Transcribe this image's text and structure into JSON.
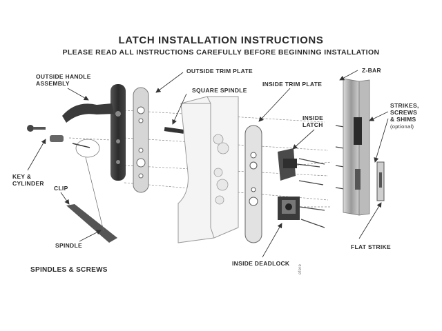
{
  "title": "LATCH INSTALLATION INSTRUCTIONS",
  "subtitle": "PLEASE READ ALL INSTRUCTIONS CAREFULLY BEFORE BEGINNING INSTALLATION",
  "labels": {
    "outside_handle_line1": "OUTSIDE HANDLE",
    "outside_handle_line2": "ASSEMBLY",
    "outside_trim_plate": "OUTSIDE TRIM PLATE",
    "square_spindle": "SQUARE SPINDLE",
    "inside_trim_plate": "INSIDE TRIM PLATE",
    "z_bar": "Z-BAR",
    "strikes_line1": "STRIKES,",
    "strikes_line2": "SCREWS",
    "strikes_line3": "& SHIMS",
    "strikes_line4": "(optional)",
    "inside_latch_line1": "INSIDE",
    "inside_latch_line2": "LATCH",
    "key_cylinder_line1": "KEY &",
    "key_cylinder_line2": "CYLINDER",
    "clip": "CLIP",
    "spindle": "SPINDLE",
    "flat_strike": "FLAT STRIKE",
    "inside_deadlock": "INSIDE DEADLOCK",
    "spindles_screws": "SPINDLES & SCREWS",
    "watermark": "efere"
  }
}
